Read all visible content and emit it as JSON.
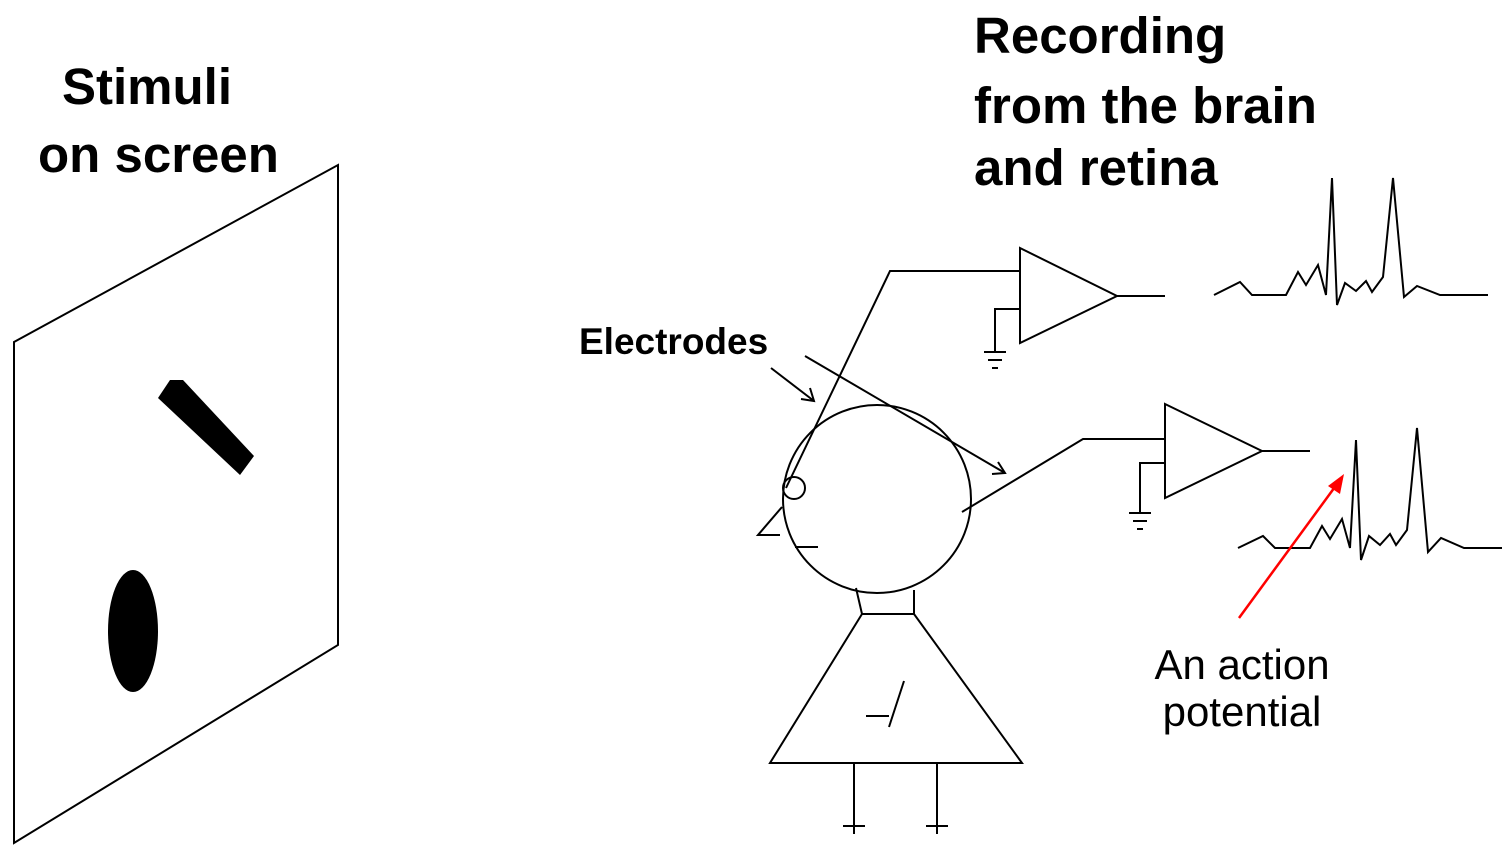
{
  "labels": {
    "stimuli_line1": "Stimuli",
    "stimuli_line2": "on screen",
    "recording_line1": "Recording",
    "recording_line2": "from the brain",
    "recording_line3": "and retina",
    "electrodes": "Electrodes",
    "action_line1": "An action",
    "action_line2": "potential"
  },
  "colors": {
    "ink": "#000000",
    "pointer": "#ff0000",
    "background": "#ffffff"
  },
  "icons": {
    "screen": "parallelogram-screen",
    "bar_stimulus": "black-bar",
    "ellipse_stimulus": "black-ellipse",
    "amplifier": "triangle-amplifier",
    "ground": "ground-symbol",
    "person": "stick-figure"
  }
}
